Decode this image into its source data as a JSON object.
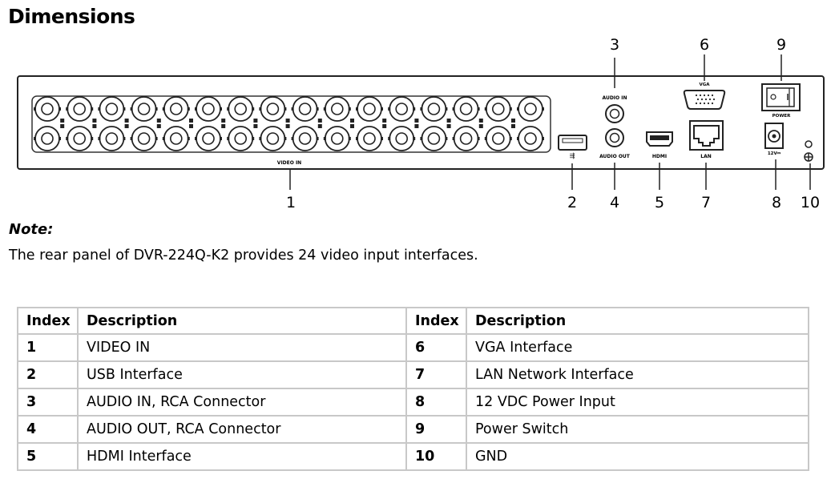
{
  "page": {
    "title": "Dimensions"
  },
  "rear_panel": {
    "video_in_rows": 2,
    "video_in_per_row": 16,
    "panel_labels": {
      "video_in": "VIDEO IN",
      "audio_in": "AUDIO IN",
      "audio_out": "AUDIO OUT",
      "hdmi": "HDMI",
      "vga": "VGA",
      "lan": "LAN",
      "power": "POWER",
      "dc": "12V⎓"
    },
    "callouts": [
      "1",
      "2",
      "3",
      "4",
      "5",
      "6",
      "7",
      "8",
      "9",
      "10"
    ]
  },
  "note": {
    "heading": "Note:",
    "text": "The rear panel of DVR-224Q-K2 provides 24 video input interfaces."
  },
  "table": {
    "headers": [
      "Index",
      "Description",
      "Index",
      "Description"
    ],
    "rows": [
      [
        "1",
        "VIDEO IN",
        "6",
        "VGA Interface"
      ],
      [
        "2",
        "USB Interface",
        "7",
        "LAN Network Interface"
      ],
      [
        "3",
        "AUDIO IN, RCA Connector",
        "8",
        "12 VDC Power Input"
      ],
      [
        "4",
        "AUDIO OUT, RCA Connector",
        "9",
        "Power Switch"
      ],
      [
        "5",
        "HDMI Interface",
        "10",
        "GND"
      ]
    ]
  }
}
